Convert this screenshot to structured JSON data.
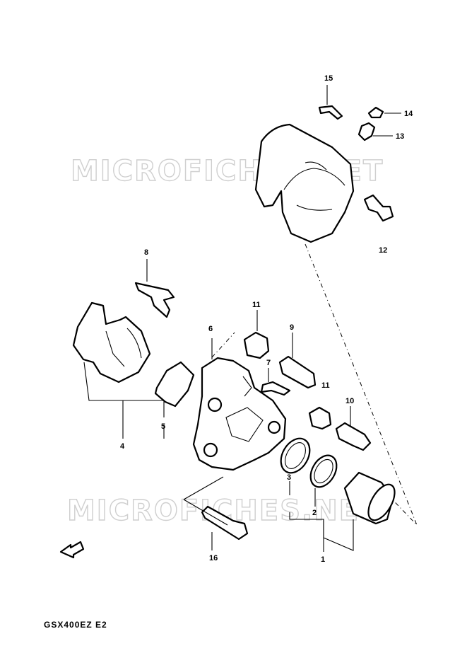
{
  "watermark": "MICROFICHES.NET",
  "model_code": "GSX400EZ E2",
  "callouts": {
    "c1": "1",
    "c2": "2",
    "c3": "3",
    "c4": "4",
    "c5": "5",
    "c6": "6",
    "c7": "7",
    "c8": "8",
    "c9": "9",
    "c10": "10",
    "c11a": "11",
    "c11b": "11",
    "c12": "12",
    "c13": "13",
    "c14": "14",
    "c15": "15",
    "c16": "16"
  },
  "icons": {
    "front_arrow": "front-direction-arrow-icon"
  }
}
